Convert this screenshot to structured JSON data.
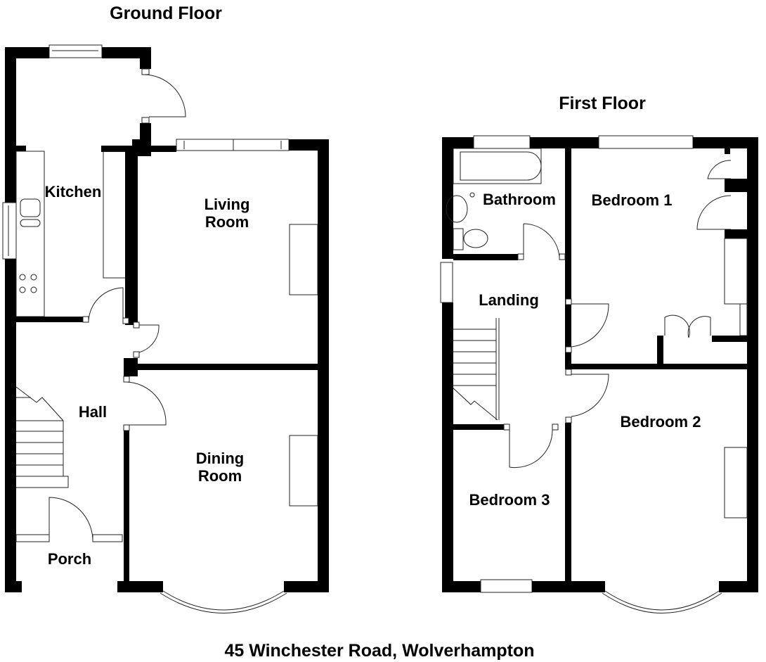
{
  "titles": {
    "ground_floor": "Ground Floor",
    "first_floor": "First Floor",
    "address": "45 Winchester Road, Wolverhampton"
  },
  "ground_floor": {
    "rooms": {
      "kitchen": "Kitchen",
      "living_1": "Living",
      "living_2": "Room",
      "dining_1": "Dining",
      "dining_2": "Room",
      "hall": "Hall",
      "porch": "Porch"
    }
  },
  "first_floor": {
    "rooms": {
      "bathroom": "Bathroom",
      "bedroom1": "Bedroom 1",
      "landing": "Landing",
      "bedroom2": "Bedroom 2",
      "bedroom3": "Bedroom 3"
    }
  },
  "colors": {
    "wall": "#000000",
    "background": "#ffffff",
    "line": "#222222"
  }
}
